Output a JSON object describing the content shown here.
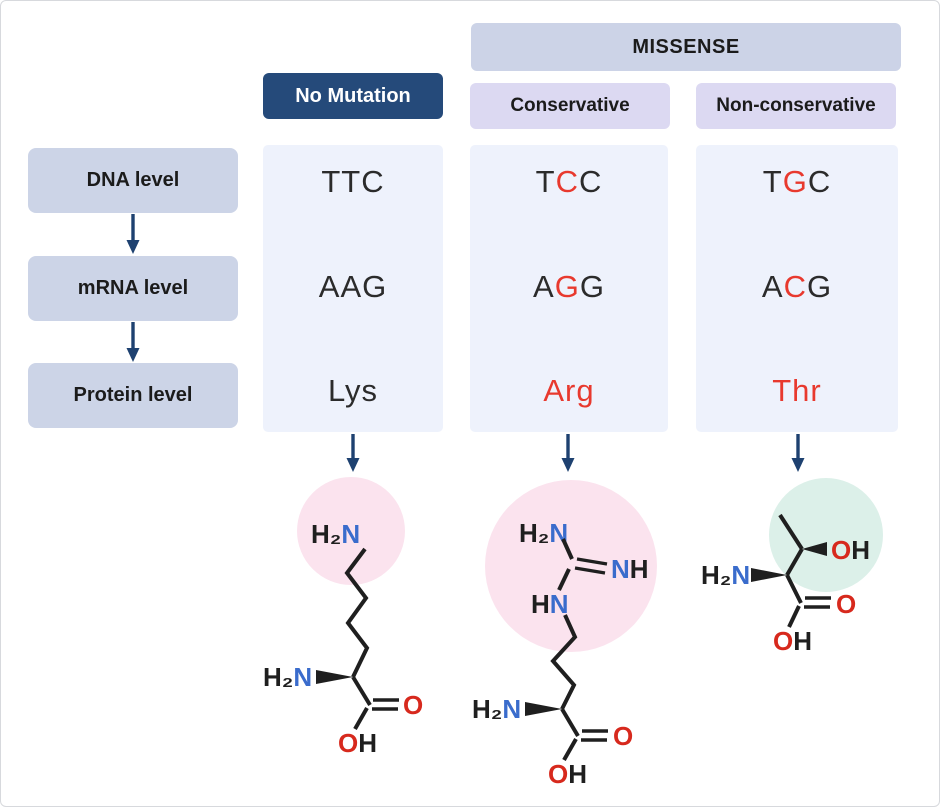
{
  "header": {
    "missense_label": "MISSENSE",
    "no_mutation_label": "No Mutation",
    "conservative_label": "Conservative",
    "non_conservative_label": "Non-conservative"
  },
  "levels": {
    "dna": "DNA level",
    "mrna": "mRNA level",
    "protein": "Protein level"
  },
  "columns": [
    {
      "id": "no_mutation",
      "dna": {
        "p1": "TTC",
        "p2": "",
        "p3": ""
      },
      "mrna": {
        "p1": "AAG",
        "p2": "",
        "p3": ""
      },
      "protein": {
        "label": "Lys"
      }
    },
    {
      "id": "conservative",
      "dna": {
        "p1": "T",
        "p2": "C",
        "p3": "C"
      },
      "mrna": {
        "p1": "A",
        "p2": "G",
        "p3": "G"
      },
      "protein": {
        "label": "Arg"
      }
    },
    {
      "id": "non_conservative",
      "dna": {
        "p1": "T",
        "p2": "G",
        "p3": "C"
      },
      "mrna": {
        "p1": "A",
        "p2": "C",
        "p3": "G"
      },
      "protein": {
        "label": "Thr"
      }
    }
  ],
  "chem_labels": {
    "h2": "H₂",
    "n": "N",
    "h": "H",
    "o": "O"
  },
  "colors": {
    "navy_header_bg": "#254a7a",
    "missense_header_bg": "#ccd3e7",
    "sub_header_bg": "#dcd9f2",
    "level_box_bg": "#ccd4e7",
    "column_bg": "#eef2fc",
    "arrow_navy": "#1e4170",
    "mutation_red": "#e8392e",
    "nitrogen_blue": "#3a6ccc",
    "oxygen_red": "#d7291d",
    "amine_highlight_pink": "#fbe3ee",
    "hydroxyl_highlight_green": "#dcf0e9"
  }
}
